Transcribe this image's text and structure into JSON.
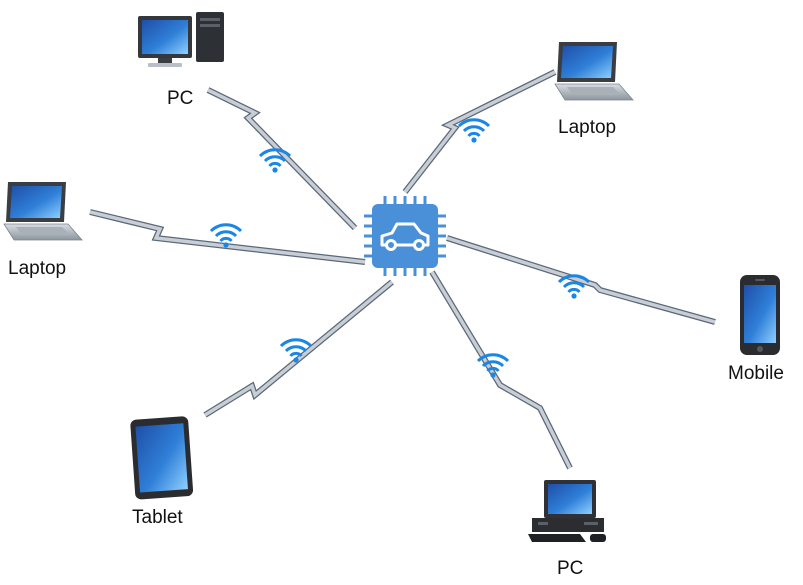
{
  "diagram": {
    "type": "star-network",
    "hub": {
      "name": "vehicle-ecu-chip-icon",
      "color": "#4a90d9"
    },
    "link_style": "wireless-lightning",
    "wifi_icon_color": "#1a86e6",
    "devices": [
      {
        "id": "pc-top",
        "label": "PC",
        "icon": "desktop-pc-icon"
      },
      {
        "id": "laptop-top-right",
        "label": "Laptop",
        "icon": "laptop-icon"
      },
      {
        "id": "laptop-left",
        "label": "Laptop",
        "icon": "laptop-icon"
      },
      {
        "id": "mobile",
        "label": "Mobile",
        "icon": "mobile-phone-icon"
      },
      {
        "id": "tablet",
        "label": "Tablet",
        "icon": "tablet-icon"
      },
      {
        "id": "pc-bottom",
        "label": "PC",
        "icon": "desktop-pc-icon"
      }
    ]
  }
}
